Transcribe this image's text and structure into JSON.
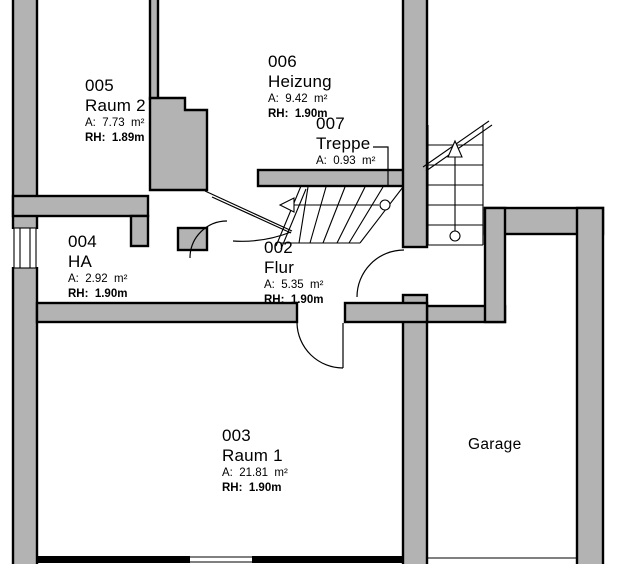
{
  "rooms": [
    {
      "number": "005",
      "name": "Raum 2",
      "area": "A:  7.73  m²",
      "rh": "RH:  1.89m"
    },
    {
      "number": "006",
      "name": "Heizung",
      "area": "A:  9.42  m²",
      "rh": "RH:  1.90m"
    },
    {
      "number": "007",
      "name": "Treppe",
      "area": "A:  0.93  m²"
    },
    {
      "number": "004",
      "name": "HA",
      "area": "A:  2.92  m²",
      "rh": "RH:  1.90m"
    },
    {
      "number": "002",
      "name": "Flur",
      "area": "A:  5.35  m²",
      "rh": "RH:  1.90m"
    },
    {
      "number": "003",
      "name": "Raum 1",
      "area": "A:  21.81  m²",
      "rh": "RH:  1.90m"
    }
  ],
  "garage": {
    "label": "Garage"
  },
  "colors": {
    "wall_fill": "#b3b3b3",
    "outline": "#000000",
    "background": "#ffffff"
  }
}
